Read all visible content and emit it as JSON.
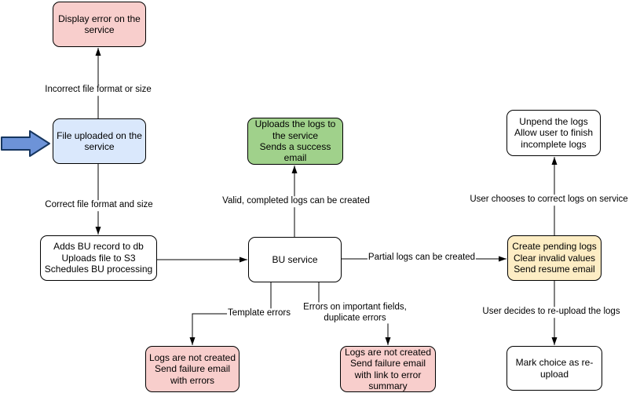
{
  "diagram": {
    "type": "flowchart",
    "background": "#ffffff",
    "colors": {
      "pink": "#f8cecc",
      "blue": "#dae8fc",
      "green": "#a0d18b",
      "yellow": "#fdedc4",
      "white": "#ffffff",
      "border": "#000000",
      "edge": "#000000",
      "start_arrow_fill": "#6d93d8",
      "start_arrow_stroke": "#16365f"
    },
    "nodes": {
      "display_error": {
        "fill": "pink",
        "lines": [
          "Display error on the service"
        ]
      },
      "file_uploaded": {
        "fill": "blue",
        "lines": [
          "File uploaded on the service"
        ]
      },
      "adds_bu": {
        "fill": "white",
        "lines": [
          "Adds BU record to db",
          "Uploads file to S3",
          "Schedules BU processing"
        ]
      },
      "bu_service": {
        "fill": "white",
        "lines": [
          "BU service"
        ]
      },
      "upload_success": {
        "fill": "green",
        "lines": [
          "Uploads the logs to the service",
          "Sends a success email"
        ]
      },
      "fail_template": {
        "fill": "pink",
        "lines": [
          "Logs are not created",
          "Send failure email with errors"
        ]
      },
      "fail_fields": {
        "fill": "pink",
        "lines": [
          "Logs are not created",
          "Send failure email with link to error summary"
        ]
      },
      "create_pending": {
        "fill": "yellow",
        "lines": [
          "Create pending logs",
          "Clear invalid values",
          "Send resume email"
        ]
      },
      "unpend": {
        "fill": "white",
        "lines": [
          "Unpend the logs",
          "Allow user to finish incomplete logs"
        ]
      },
      "mark_reupload": {
        "fill": "white",
        "lines": [
          "Mark choice as re-upload"
        ]
      }
    },
    "edges": [
      {
        "from": "file_uploaded",
        "to": "display_error",
        "label": "Incorrect file format or size"
      },
      {
        "from": "file_uploaded",
        "to": "adds_bu",
        "label": "Correct file format and size"
      },
      {
        "from": "adds_bu",
        "to": "bu_service",
        "label": ""
      },
      {
        "from": "bu_service",
        "to": "upload_success",
        "label": "Valid, completed logs can be created"
      },
      {
        "from": "bu_service",
        "to": "create_pending",
        "label": "Partial logs can be created"
      },
      {
        "from": "bu_service",
        "to": "fail_template",
        "label": "Template errors"
      },
      {
        "from": "bu_service",
        "to": "fail_fields",
        "label": "Errors on important fields, duplicate errors"
      },
      {
        "from": "create_pending",
        "to": "unpend",
        "label": "User chooses to correct logs on service"
      },
      {
        "from": "create_pending",
        "to": "mark_reupload",
        "label": "User decides to re-upload the logs"
      }
    ],
    "start_pointer": {
      "points_to": "file_uploaded"
    }
  }
}
